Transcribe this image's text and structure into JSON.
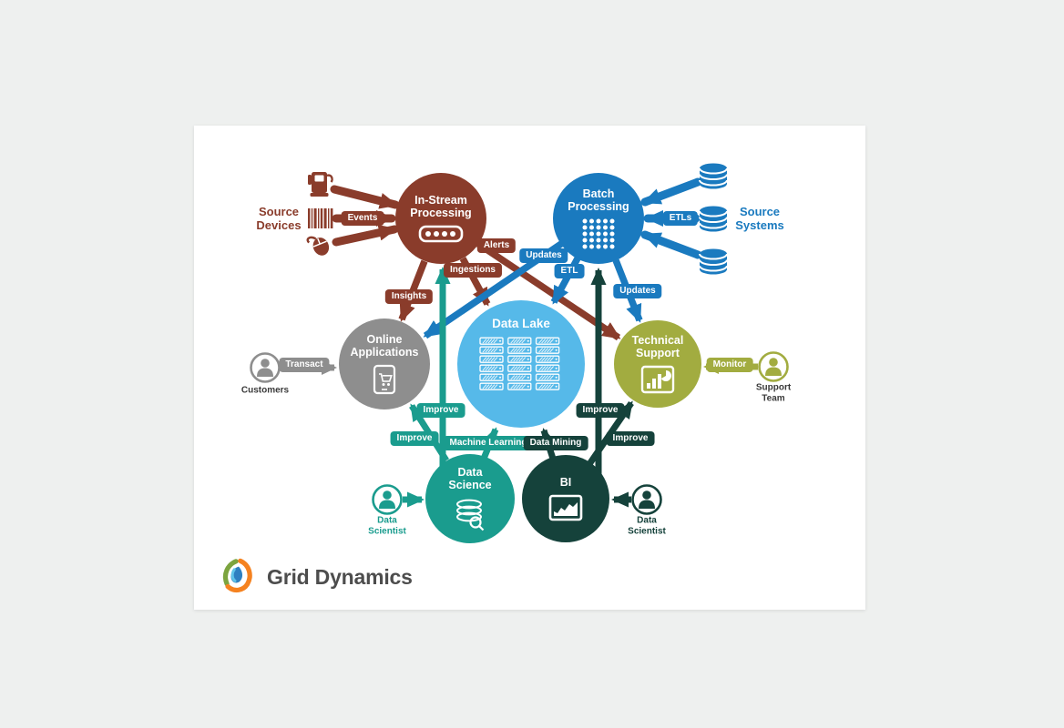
{
  "palette": {
    "background": "#eef0ef",
    "card": "#ffffff",
    "brown": "#8a3c2b",
    "blue": "#1a7abf",
    "light_blue": "#56b9e9",
    "gray": "#8e8e8e",
    "olive": "#a2ac40",
    "teal": "#1a9c8e",
    "dark_teal": "#15423b",
    "logo_text_color": "#4d4d4d",
    "logo_orange": "#f58220",
    "logo_green": "#7ca43f",
    "logo_blue": "#2e7fc1",
    "logo_light_blue": "#5fc4e9"
  },
  "nodes": {
    "in_stream": {
      "label": "In-Stream\nProcessing"
    },
    "batch": {
      "label": "Batch\nProcessing"
    },
    "data_lake": {
      "label": "Data Lake"
    },
    "online_apps": {
      "label": "Online\nApplications"
    },
    "tech_support": {
      "label": "Technical\nSupport"
    },
    "data_science": {
      "label": "Data\nScience"
    },
    "bi": {
      "label": "BI"
    }
  },
  "externals": {
    "source_devices": {
      "label": "Source\nDevices"
    },
    "source_systems": {
      "label": "Source\nSystems"
    },
    "customers": {
      "label": "Customers"
    },
    "support_team": {
      "label": "Support\nTeam"
    },
    "data_scientist_left": {
      "label": "Data\nScientist"
    },
    "data_scientist_right": {
      "label": "Data\nScientist"
    }
  },
  "edges": {
    "events": "Events",
    "etls": "ETLs",
    "alerts": "Alerts",
    "updates_to_online": "Updates",
    "ingestions": "Ingestions",
    "etl": "ETL",
    "insights": "Insights",
    "updates_to_support": "Updates",
    "improve_to_instream": "Improve",
    "improve_to_online": "Improve",
    "machine_learning": "Machine Learning",
    "data_mining": "Data Mining",
    "improve_to_batch": "Improve",
    "improve_to_support": "Improve",
    "transact": "Transact",
    "monitor": "Monitor"
  },
  "icons": [
    "fuel-pump-icon",
    "barcode-icon",
    "mouse-icon",
    "database-cylinder-icon",
    "person-icon",
    "stream-pill-icon",
    "dot-grid-icon",
    "server-rack-grid-icon",
    "tablet-cart-icon",
    "charts-pie-icon",
    "database-search-icon",
    "area-chart-icon",
    "grid-dynamics-logo-icon"
  ],
  "logo": {
    "text": "Grid Dynamics"
  }
}
